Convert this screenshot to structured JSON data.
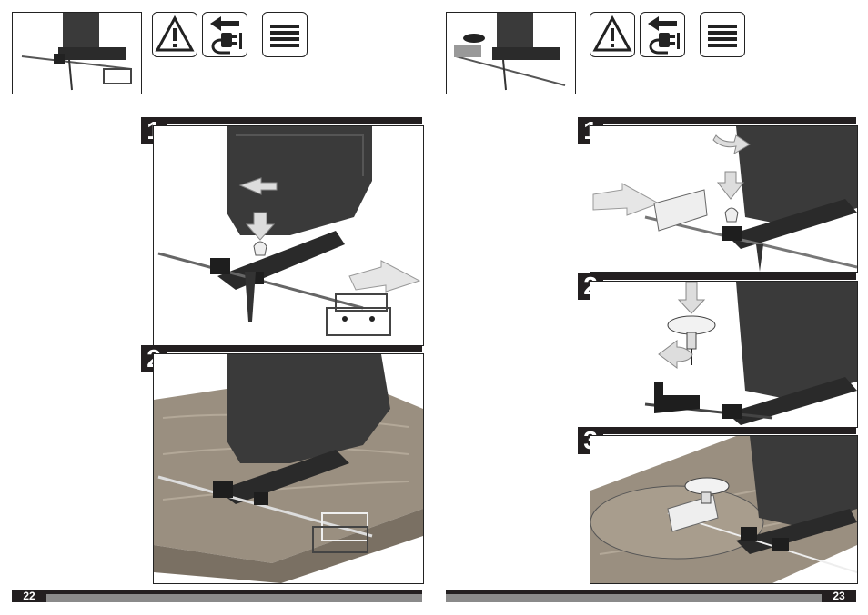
{
  "left_page": {
    "page_number": "22",
    "steps": [
      {
        "number": "1"
      },
      {
        "number": "2"
      }
    ],
    "icons": [
      "warning-triangle-icon",
      "unplug-icon",
      "blade-list-icon"
    ]
  },
  "right_page": {
    "page_number": "23",
    "steps": [
      {
        "number": "1"
      },
      {
        "number": "2"
      },
      {
        "number": "3"
      }
    ],
    "icons": [
      "warning-triangle-icon",
      "unplug-icon",
      "blade-list-icon"
    ]
  }
}
